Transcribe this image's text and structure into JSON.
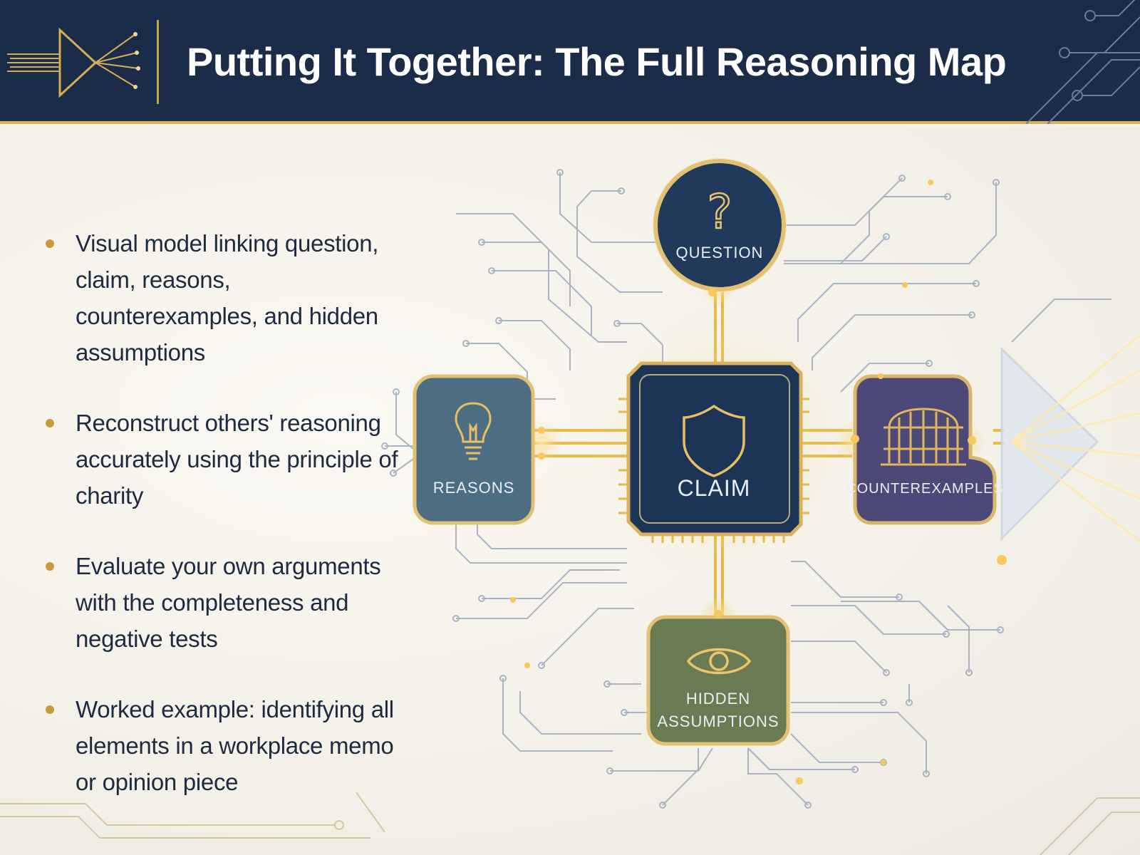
{
  "header": {
    "title": "Putting It Together: The Full Reasoning Map"
  },
  "bullets": [
    "Visual model linking question, claim, reasons, counterexamples, and hidden assumptions",
    "Reconstruct others' reasoning accurately using the principle of charity",
    "Evaluate your own arguments with the completeness and negative tests",
    "Worked example: identifying all elements in a workplace memo or opinion piece"
  ],
  "diagram": {
    "question": {
      "label": "QUESTION",
      "icon": "question-mark-icon",
      "color": "#213a5c"
    },
    "claim": {
      "label": "CLAIM",
      "icon": "shield-icon",
      "color": "#1c3557"
    },
    "reasons": {
      "label": "REASONS",
      "icon": "lightbulb-icon",
      "color": "#4d6d82"
    },
    "counterexamples": {
      "label": "COUNTEREXAMPLES",
      "icon": "gate-icon",
      "color": "#4c4878"
    },
    "assumptions": {
      "label_line1": "HIDDEN",
      "label_line2": "ASSUMPTIONS",
      "icon": "eye-icon",
      "color": "#6a7a52"
    }
  },
  "colors": {
    "header_bg": "#1b2c49",
    "accent_gold": "#d9b15c",
    "bullet_dot": "#c79a3f",
    "text_dark": "#1d2a40"
  }
}
